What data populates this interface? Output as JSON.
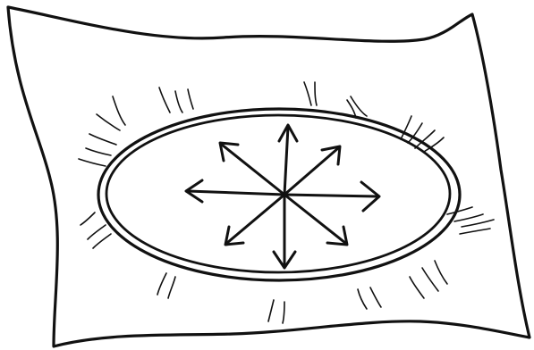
{
  "drawing": {
    "subject": "flag-with-compass-rose",
    "style": "black ink line art",
    "colors": {
      "ink": "#111111",
      "background": "#ffffff"
    },
    "compass": {
      "arrow_count": 8
    }
  }
}
